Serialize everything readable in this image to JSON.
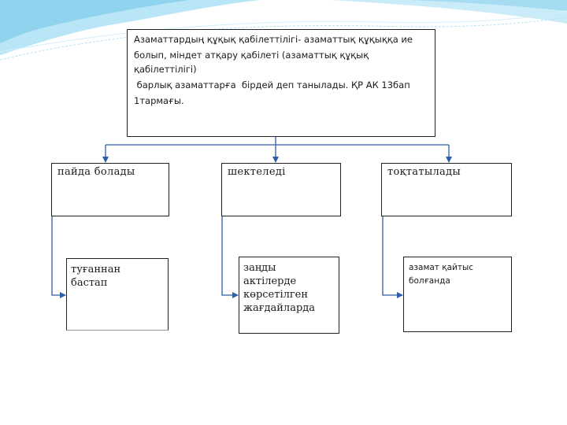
{
  "colors": {
    "accent": "#2e5fa8",
    "wave": "#8fd3ef",
    "wave_light": "#c9ecf8"
  },
  "definition": {
    "line1": "Азаматтардың құқық қабілеттілігі- азаматтық құқыққа ие",
    "line2": "болып, міндет атқару қабілеті (азаматтық құқық қабілеттілігі)",
    "line3": " барлық азаматтарға  бірдей деп танылады. ҚР АК 13бап",
    "line4": "1тармағы."
  },
  "stages": [
    {
      "label": "пайда болады",
      "detail": [
        "туғаннан",
        "бастап"
      ]
    },
    {
      "label": "шектеледі",
      "detail": [
        "заңды",
        "актілерде",
        "көрсетілген",
        "жағдайларда"
      ]
    },
    {
      "label": "тоқтатылады",
      "detail": [
        "азамат қайтыс",
        "болғанда"
      ]
    }
  ]
}
